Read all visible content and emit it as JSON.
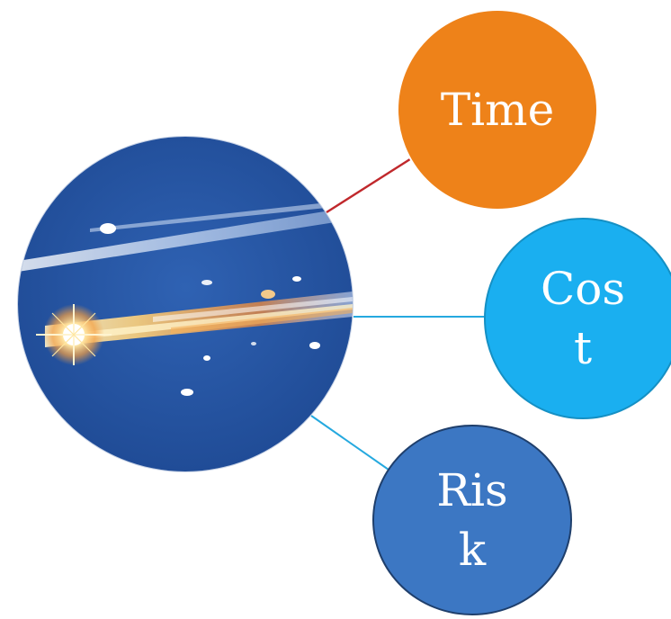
{
  "nodes": {
    "time": {
      "label": "Time",
      "color": "#ee8219"
    },
    "cost": {
      "label": "Cos\nt",
      "color": "#1aaff0"
    },
    "risk": {
      "label": "Ris\nk",
      "color": "#3c77c3"
    }
  },
  "connector_colors": {
    "time": "#c0282c",
    "cost": "#25a9df",
    "risk": "#25a9df"
  },
  "image": {
    "subject": "debris-streaks-photo"
  }
}
